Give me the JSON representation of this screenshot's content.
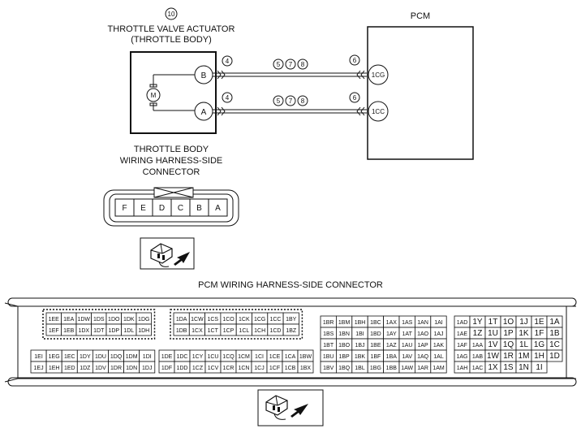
{
  "diagram": {
    "callout_top": "10",
    "actuator_title_1": "THROTTLE VALVE ACTUATOR",
    "actuator_title_2": "(THROTTLE BODY)",
    "pcm_title": "PCM",
    "motor_symbol": "M",
    "terminal_b": "B",
    "terminal_a": "A",
    "callout_4": "4",
    "callout_6": "6",
    "callouts_mid": [
      "5",
      "7",
      "8"
    ],
    "pcm_pin_top": "1CG",
    "pcm_pin_bottom": "1CC",
    "tb_conn_title_1": "THROTTLE BODY",
    "tb_conn_title_2": "WIRING HARNESS-SIDE",
    "tb_conn_title_3": "CONNECTOR",
    "tb_conn_pins": [
      "F",
      "E",
      "D",
      "C",
      "B",
      "A"
    ],
    "pcm_conn_title": "PCM WIRING HARNESS-SIDE CONNECTOR",
    "pcm_blocks": [
      {
        "rows": [
          [
            "1EE",
            "1EA",
            "1DW",
            "1DS",
            "1DO",
            "1DK",
            "1DG"
          ],
          [
            "1EF",
            "1EB",
            "1DX",
            "1DT",
            "1DP",
            "1DL",
            "1DH"
          ]
        ]
      },
      {
        "rows": [
          [
            "1DA",
            "1CW",
            "1CS",
            "1CO",
            "1CK",
            "1CG",
            "1CC",
            "1BY"
          ],
          [
            "1DB",
            "1CX",
            "1CT",
            "1CP",
            "1CL",
            "1CH",
            "1CD",
            "1BZ"
          ]
        ]
      },
      {
        "rows": [
          [
            "1EI",
            "1EG",
            "1EC",
            "1DY",
            "1DU",
            "1DQ",
            "1DM",
            "1DI"
          ],
          [
            "1EJ",
            "1EH",
            "1ED",
            "1DZ",
            "1DV",
            "1DR",
            "1DN",
            "1DJ"
          ]
        ]
      },
      {
        "rows": [
          [
            "1DE",
            "1DC",
            "1CY",
            "1CU",
            "1CQ",
            "1CM",
            "1CI",
            "1CE",
            "1CA",
            "1BW"
          ],
          [
            "1DF",
            "1DD",
            "1CZ",
            "1CV",
            "1CR",
            "1CN",
            "1CJ",
            "1CF",
            "1CB",
            "1BX"
          ]
        ]
      },
      {
        "rows": [
          [
            "1BR",
            "1BM",
            "1BH",
            "1BC",
            "1AX",
            "1AS",
            "1AN",
            "1AI"
          ],
          [
            "1BS",
            "1BN",
            "1BI",
            "1BD",
            "1AY",
            "1AT",
            "1AO",
            "1AJ"
          ],
          [
            "1BT",
            "1BO",
            "1BJ",
            "1BE",
            "1AZ",
            "1AU",
            "1AP",
            "1AK"
          ],
          [
            "1BU",
            "1BP",
            "1BK",
            "1BF",
            "1BA",
            "1AV",
            "1AQ",
            "1AL"
          ],
          [
            "1BV",
            "1BQ",
            "1BL",
            "1BG",
            "1BB",
            "1AW",
            "1AR",
            "1AM"
          ]
        ]
      },
      {
        "rows": [
          [
            "1AD",
            "1Y",
            "1T",
            "1O",
            "1J",
            "1E",
            "1A"
          ],
          [
            "1AE",
            "1Z",
            "1U",
            "1P",
            "1K",
            "1F",
            "1B"
          ],
          [
            "1AF",
            "1AA",
            "1V",
            "1Q",
            "1L",
            "1G",
            "1C"
          ],
          [
            "1AG",
            "1AB",
            "1W",
            "1R",
            "1M",
            "1H",
            "1D"
          ],
          [
            "1AH",
            "1AC",
            "1X",
            "1S",
            "1N",
            "1I",
            ""
          ]
        ]
      }
    ]
  }
}
